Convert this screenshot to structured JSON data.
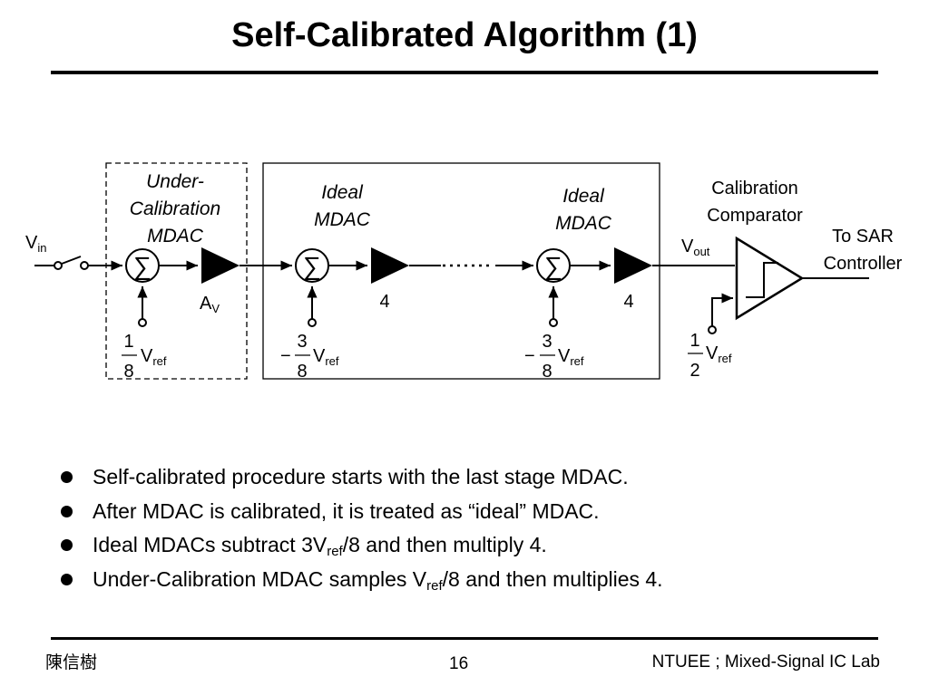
{
  "title": "Self-Calibrated Algorithm (1)",
  "diagram": {
    "vin": "V",
    "vin_sub": "in",
    "under_cal_label": [
      "Under-",
      "Calibration",
      "MDAC"
    ],
    "ideal_label_1": [
      "Ideal",
      "MDAC"
    ],
    "ideal_label_2": [
      "Ideal",
      "MDAC"
    ],
    "cal_comp_label": [
      "Calibration",
      "Comparator"
    ],
    "to_sar_label": [
      "To SAR",
      "Controller"
    ],
    "vout": "V",
    "vout_sub": "out",
    "sigma": "∑",
    "gain_av": "A",
    "gain_av_sub": "V",
    "gain_1": "4",
    "gain_2": "4",
    "ref1": {
      "sign": "",
      "num": "1",
      "den": "8",
      "v": "V",
      "sub": "ref"
    },
    "ref2": {
      "sign": "−",
      "num": "3",
      "den": "8",
      "v": "V",
      "sub": "ref"
    },
    "ref3": {
      "sign": "−",
      "num": "3",
      "den": "8",
      "v": "V",
      "sub": "ref"
    },
    "ref4": {
      "sign": "",
      "num": "1",
      "den": "2",
      "v": "V",
      "sub": "ref"
    }
  },
  "bullets": [
    {
      "text": "Self-calibrated procedure starts with the last stage MDAC."
    },
    {
      "text": "After MDAC is calibrated, it is treated as “ideal” MDAC."
    },
    {
      "pre": "Ideal MDACs subtract 3V",
      "sub": "ref",
      "post": "/8 and then multiply 4."
    },
    {
      "pre": "Under-Calibration MDAC samples V",
      "sub": "ref",
      "post": "/8 and then multiplies 4."
    }
  ],
  "footer": {
    "author": "陳信樹",
    "page": "16",
    "lab": "NTUEE ; Mixed-Signal IC Lab"
  },
  "colors": {
    "ink": "#000000",
    "background": "#ffffff"
  }
}
